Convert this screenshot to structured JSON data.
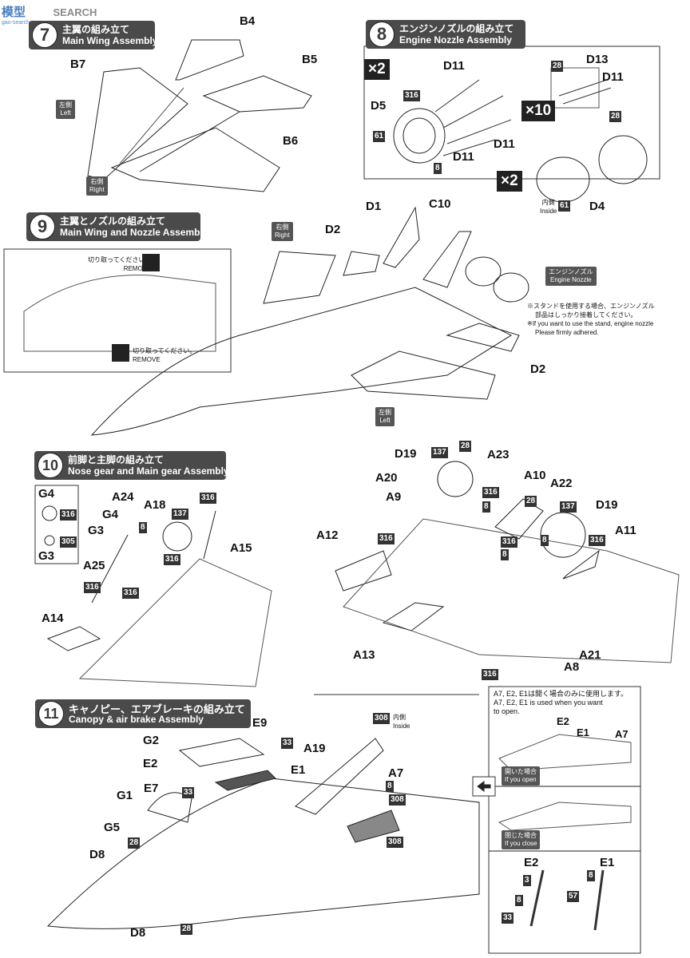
{
  "watermark": {
    "cn": "模型",
    "brand": "SEARCH",
    "url": "gao-search.com"
  },
  "step7": {
    "num": "7",
    "jp": "主翼の組み立て",
    "en": "Main Wing Assembly",
    "parts": [
      "B4",
      "B5",
      "B7",
      "B6"
    ],
    "left": {
      "jp": "左側",
      "en": "Left"
    },
    "right": {
      "jp": "右側",
      "en": "Right"
    }
  },
  "step8": {
    "num": "8",
    "jp": "エンジンノズルの組み立て",
    "en": "Engine Nozzle Assembly",
    "x2a": "×2",
    "x10": "×10",
    "x2b": "×2",
    "parts": {
      "d11a": "D11",
      "d5": "D5",
      "d11b": "D11",
      "d11c": "D11",
      "d13": "D13",
      "d11d": "D11",
      "d4": "D4"
    },
    "codes": {
      "c316": "316",
      "c61": "61",
      "c8": "8",
      "c28a": "28",
      "c28b": "28",
      "c61b": "61"
    },
    "inside": {
      "jp": "内側",
      "en": "Inside"
    }
  },
  "step9": {
    "num": "9",
    "jp": "主翼とノズルの組み立て",
    "en": "Main Wing and Nozzle Assembly",
    "remove1": {
      "jp": "切り取ってください。",
      "en": "REMOVE"
    },
    "remove2": {
      "jp": "切り取ってください。",
      "en": "REMOVE"
    },
    "right": {
      "jp": "右側",
      "en": "Right"
    },
    "left": {
      "jp": "左側",
      "en": "Left"
    },
    "parts": {
      "d1": "D1",
      "c10": "C10",
      "d2a": "D2",
      "d2b": "D2"
    },
    "nozzle": {
      "jp": "エンジンノズル",
      "en": "Engine Nozzle"
    },
    "stand_note": [
      "※スタンドを使用する場合、エンジンノズル",
      "部品はしっかり接着してください。",
      "※If you want to use the stand, engine nozzle",
      "Please firmly adhered."
    ]
  },
  "step10": {
    "num": "10",
    "jp": "前脚と主脚の組み立て",
    "en": "Nose gear and Main gear Assembly",
    "left_parts": {
      "g4a": "G4",
      "g4b": "G4",
      "g3a": "G3",
      "g3b": "G3",
      "a24": "A24",
      "a18": "A18",
      "a25": "A25",
      "a15": "A15",
      "a14": "A14"
    },
    "left_codes": {
      "c316a": "316",
      "c305": "305",
      "c8": "8",
      "c137": "137",
      "c316b": "316",
      "c316c": "316",
      "c316d": "316",
      "c316e": "316"
    },
    "right_parts": {
      "d19a": "D19",
      "a23": "A23",
      "a20": "A20",
      "a9": "A9",
      "a10": "A10",
      "a22": "A22",
      "d19b": "D19",
      "a12": "A12",
      "a11": "A11",
      "a13": "A13",
      "a21": "A21",
      "a8": "A8"
    },
    "right_codes": {
      "c137a": "137",
      "c28a": "28",
      "c316a": "316",
      "c8a": "8",
      "c28b": "28",
      "c137b": "137",
      "c8b": "8",
      "c316b": "316",
      "c316c": "316",
      "c8c": "8",
      "c316d": "316",
      "c316e": "316"
    }
  },
  "step11": {
    "num": "11",
    "jp": "キャノピー、エアブレーキの組み立て",
    "en": "Canopy & air brake Assembly",
    "parts": {
      "e9": "E9",
      "g2": "G2",
      "e2": "E2",
      "a19": "A19",
      "e1": "E1",
      "a7": "A7",
      "g1": "G1",
      "e7": "E7",
      "g5": "G5",
      "d8a": "D8",
      "d8b": "D8"
    },
    "codes": {
      "c33a": "33",
      "c33b": "33",
      "c308a": "308",
      "c8": "8",
      "c308b": "308",
      "c308c": "308",
      "c28a": "28",
      "c28b": "28"
    },
    "inside": {
      "jp": "内側",
      "en": "Inside"
    },
    "option": {
      "jp": "A7, E2, E1は開く場合のみに使用します。",
      "en": [
        "A7, E2, E1 is used when you want",
        "to open."
      ],
      "e2": "E2",
      "e1": "E1",
      "a7": "A7",
      "open": {
        "jp": "開いた場合",
        "en": "If you open"
      },
      "close": {
        "jp": "閉じた場合",
        "en": "If you close"
      },
      "d_e2": "E2",
      "d_e1": "E1",
      "d3": "3",
      "d8": "8",
      "d8b": "8",
      "d33": "33",
      "d57": "57"
    }
  }
}
